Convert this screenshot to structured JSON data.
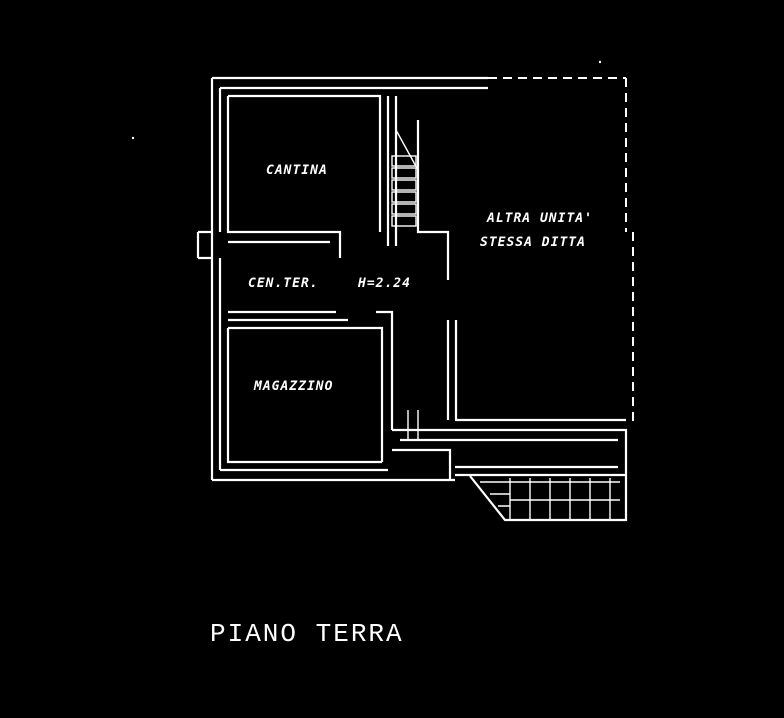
{
  "rooms": {
    "cantina": "CANTINA",
    "centrale_termica": "CEN.TER.",
    "altezza": "H=2.24",
    "magazzino": "MAGAZZINO",
    "altra_unita_line1": "ALTRA UNITA'",
    "altra_unita_line2": "STESSA DITTA"
  },
  "floor_title": "PIANO TERRA"
}
